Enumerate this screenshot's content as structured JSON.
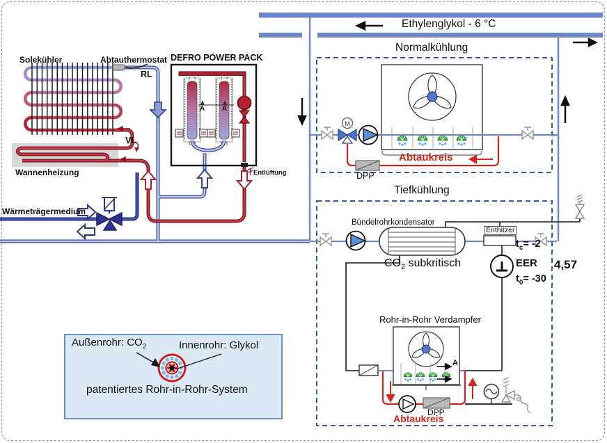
{
  "diagram": {
    "header": {
      "pipe_label": "Ethylenglykol - 6 °C"
    },
    "normalkuehlung": {
      "title": "Normalkühlung",
      "abtaukreis_label": "Abtaukreis",
      "dpp_label": "DPP"
    },
    "tiefkuehlung": {
      "title": "Tiefkühlung",
      "kondensator_label": "Bündelrohrkondensator",
      "enthitzer_label": "Enthitzer",
      "co2_base": "CO",
      "co2_sub": "2",
      "co2_rest": " subkritisch",
      "tc_base": "t",
      "tc_sub": "c",
      "tc_value": "= -2",
      "eer_label": "EER",
      "eer_value": "4,57",
      "t0_base": "t",
      "t0_sub": "0",
      "t0_value": "= -30",
      "verdampfer_label": "Rohr-in-Rohr Verdampfer",
      "section_label": "A",
      "abtaukreis_label": "Abtaukreis",
      "dpp_label": "DPP"
    },
    "left_system": {
      "solekuehler_label": "Solekühler",
      "abtauthermostat_label": "Abtauthermostat",
      "rl_label": "RL",
      "vl_label": "VL",
      "wannenheizung_label": "Wannenheizung",
      "waermetraeger_label": "Wärmeträgermedium",
      "defro_title": "DEFRO POWER PACK",
      "entlueftung_label": "Entlüftung",
      "section_a": "A"
    },
    "infobox": {
      "aussenrohr_base": "Außenrohr: CO",
      "aussenrohr_sub": "2",
      "innenrohr_label": "Innenrohr: Glykol",
      "patent_label": "patentiertes Rohr-in-Rohr-System"
    },
    "colors": {
      "pipe_blue": "#6e87c9",
      "dashed_border_blue": "#3d55b0",
      "light_pipe_core": "#bcc5ec",
      "light_pipe_edge": "#39488f",
      "dark_pipe": "#2d3590",
      "red_pipe_core": "#c23949",
      "red_pipe_edge": "#7d1722",
      "defrost_red": "#d5261b",
      "component_gray": "#b9b9b9",
      "spray_green": "#3faa3f",
      "fan_hub_blue": "#5577cc",
      "infobox_bg": "#dbe8f6"
    }
  }
}
